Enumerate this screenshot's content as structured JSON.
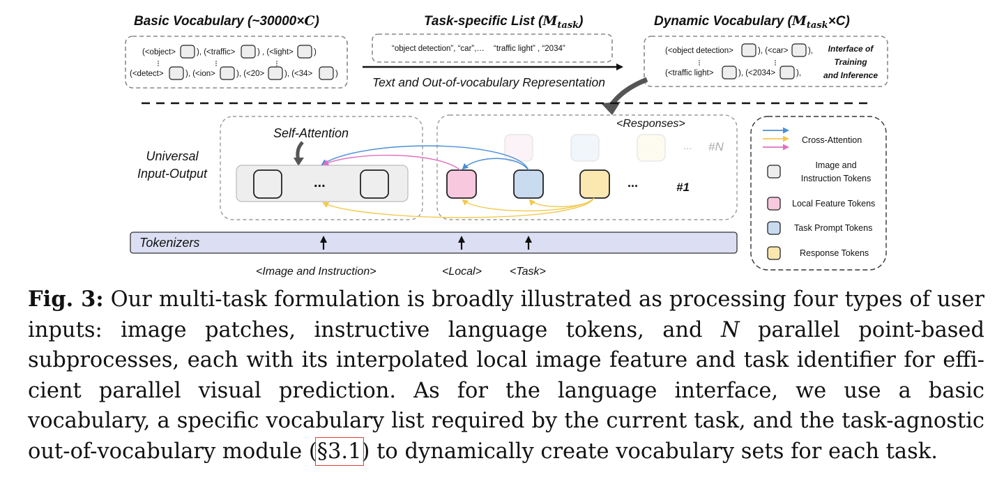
{
  "vocab": {
    "basic_title_prefix": "Basic Vocabulary (~30000×",
    "basic_title_var": "C",
    "basic_title_suffix": ")",
    "basic_row1": [
      "(<object>",
      "), (<traffic>",
      ") , (<light>",
      ")"
    ],
    "basic_row2": [
      "(<detect>",
      "), (<ion>",
      "), (<20>",
      "), (<34>",
      ")"
    ],
    "task_title_prefix": "Task-specific  List (",
    "task_title_var": "M",
    "task_title_sub": "task",
    "task_title_suffix": ")",
    "task_list": [
      "“object detection”, “car”,…",
      "“traffic light” , “2034”"
    ],
    "arrow_caption": "Text and Out-of-vocabulary Representation",
    "dynamic_title_prefix": "Dynamic Vocabulary (",
    "dynamic_title_var": "M",
    "dynamic_title_sub": "task",
    "dynamic_title_suffix": "×C)",
    "dynamic_row1": [
      "(<object detection>",
      "), (<car>",
      "),"
    ],
    "dynamic_row2": [
      "(<traffic light>",
      "), (<2034>",
      "),"
    ],
    "interface_lines": [
      "Interface of",
      "Training",
      "and Inference"
    ]
  },
  "io": {
    "universal_lines": [
      "Universal",
      "Input-Output"
    ],
    "self_attention": "Self-Attention",
    "responses": "<Responses>",
    "ellipsis": "...",
    "n_label": "#N",
    "one_label": "#1",
    "tokenizers": "Tokenizers",
    "input_image": "<Image and Instruction>",
    "input_local": "<Local>",
    "input_task": "<Task>"
  },
  "legend": {
    "cross_attention": "Cross-Attention",
    "image_tokens": [
      "Image and",
      "Instruction Tokens"
    ],
    "local_tokens": "Local Feature Tokens",
    "task_tokens": "Task Prompt Tokens",
    "response_tokens": "Response Tokens"
  },
  "colors": {
    "local": "#f8c9de",
    "task": "#c9dbef",
    "response": "#fbe7b0",
    "tokenizer_bar": "#dcdff3",
    "gray_token": "#eeeeee",
    "arrow_blue": "#4a8fd6",
    "arrow_yellow": "#f2c94c",
    "arrow_pink": "#e070c0"
  },
  "caption": {
    "label": "Fig. 3:",
    "text1": " Our multi-task formulation is broadly illustrated as processing four types of user inputs: image patches, instructive language tokens, and ",
    "var_n": "N",
    "text2": " parallel point-based subprocesses, each with its interpolated local image feature and task identifier for effi-cient parallel visual prediction. As for the language interface, we use a basic vocabulary, a specific vocabulary list required by the current task, and the task-agnostic out-of-vocabulary module (",
    "ref": "§3.1",
    "text3": ") to dynamically create vocabulary sets for each task."
  }
}
